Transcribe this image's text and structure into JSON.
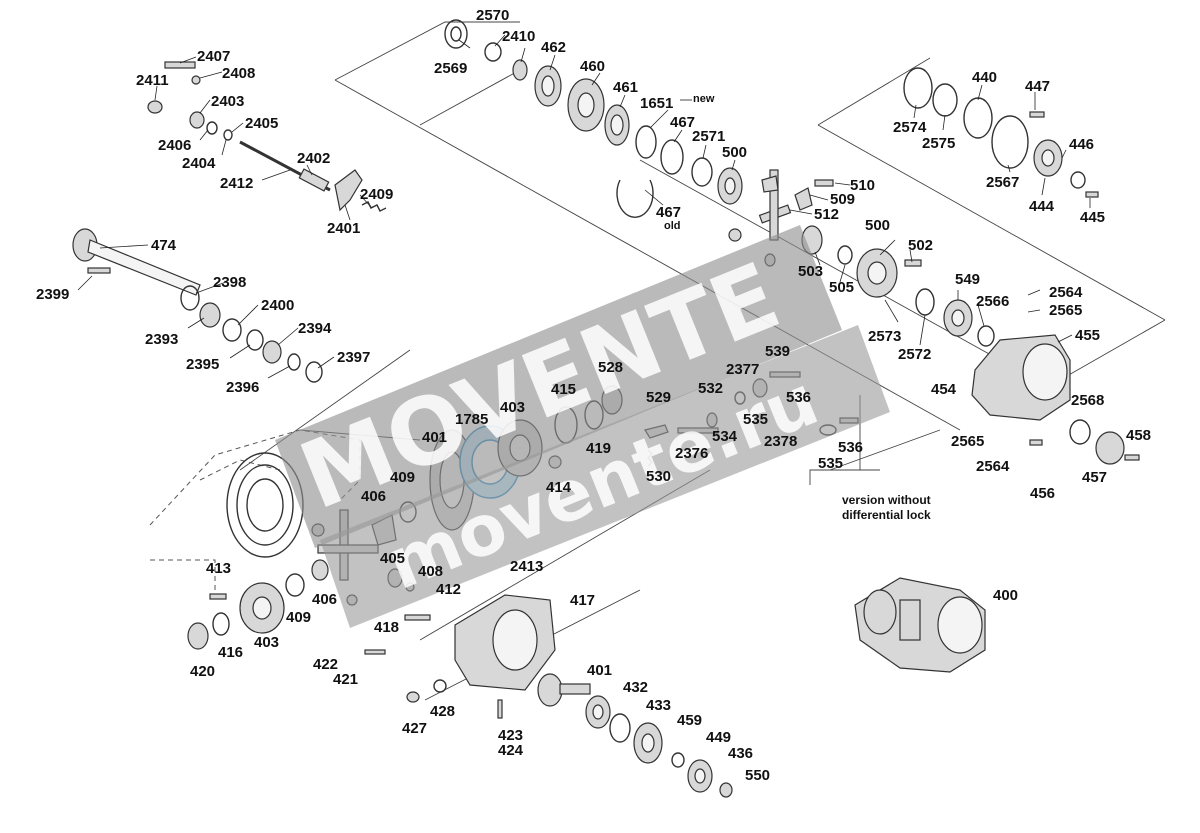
{
  "labels": {
    "p2570": "2570",
    "p2569": "2569",
    "p2410": "2410",
    "p462": "462",
    "p460": "460",
    "p461": "461",
    "p1651": "1651",
    "new": "new",
    "p467a": "467",
    "p2571": "2571",
    "p500a": "500",
    "p467b": "467",
    "old": "old",
    "p510": "510",
    "p509": "509",
    "p512": "512",
    "p2407": "2407",
    "p2408": "2408",
    "p2411": "2411",
    "p2403": "2403",
    "p2405": "2405",
    "p2406": "2406",
    "p2404": "2404",
    "p2402": "2402",
    "p2412": "2412",
    "p2409": "2409",
    "p2401": "2401",
    "p440": "440",
    "p447": "447",
    "p2574": "2574",
    "p2575": "2575",
    "p446": "446",
    "p2567": "2567",
    "p444": "444",
    "p445": "445",
    "p474": "474",
    "p2399": "2399",
    "p2398": "2398",
    "p2400": "2400",
    "p2393": "2393",
    "p2394": "2394",
    "p2395": "2395",
    "p2397": "2397",
    "p2396": "2396",
    "p500b": "500",
    "p502": "502",
    "p503": "503",
    "p505": "505",
    "p549": "549",
    "p2566": "2566",
    "p2564a": "2564",
    "p2565a": "2565",
    "p2573": "2573",
    "p2572": "2572",
    "p455": "455",
    "p539": "539",
    "p528": "528",
    "p2377": "2377",
    "p532": "532",
    "p536a": "536",
    "p529": "529",
    "p415": "415",
    "p403a": "403",
    "p1785": "1785",
    "p401a": "401",
    "p535a": "535",
    "p534": "534",
    "p2378": "2378",
    "p419": "419",
    "p2376": "2376",
    "p536b": "536",
    "p535b": "535",
    "p454": "454",
    "p2568": "2568",
    "p458": "458",
    "p2565b": "2565",
    "p2564b": "2564",
    "p457": "457",
    "p456": "456",
    "p414": "414",
    "p530": "530",
    "p409a": "409",
    "p406a": "406",
    "p405": "405",
    "p408": "408",
    "p2413": "2413",
    "p412": "412",
    "p413": "413",
    "p406b": "406",
    "p409b": "409",
    "p417": "417",
    "p418": "418",
    "p403b": "403",
    "p416": "416",
    "p420": "420",
    "p422": "422",
    "p421": "421",
    "p401b": "401",
    "p432": "432",
    "p433": "433",
    "p428": "428",
    "p427": "427",
    "p423": "423",
    "p424": "424",
    "p459": "459",
    "p449": "449",
    "p436": "436",
    "p550": "550",
    "p400": "400"
  },
  "notes": {
    "version_line1": "version without",
    "version_line2": "differential lock"
  },
  "watermark": {
    "line1": "MOVENTE",
    "line2": "movente.ru"
  },
  "colors": {
    "watermark_band": "#8f8f8f",
    "watermark_text": "#ffffff",
    "highlight": "#7fc7ee"
  }
}
